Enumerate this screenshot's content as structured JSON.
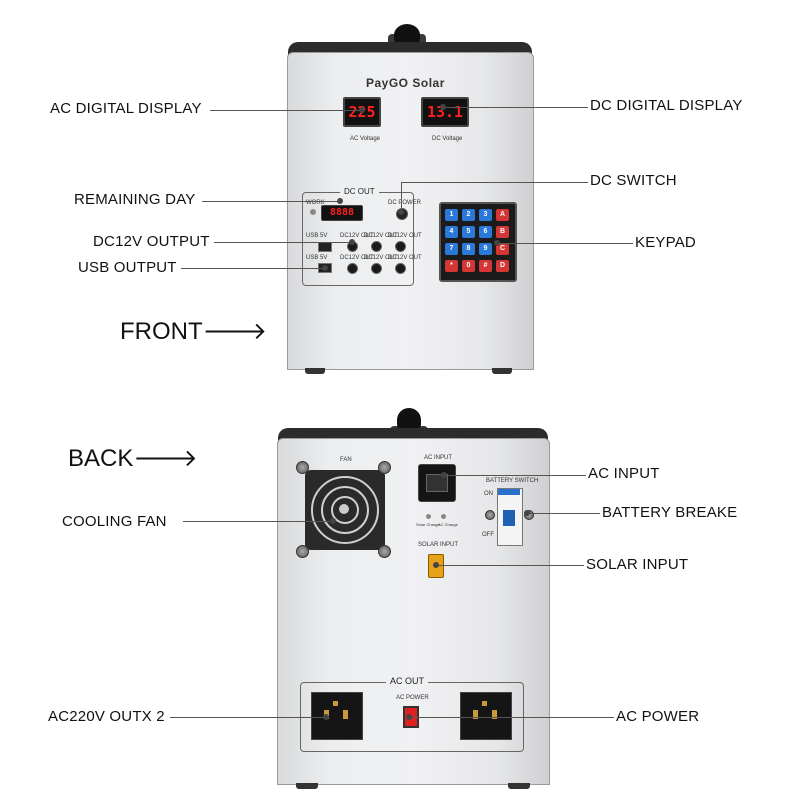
{
  "front": {
    "brand": "PayGO Solar",
    "ac_display_value": "225",
    "dc_display_value": "13.1",
    "ac_display_label": "AC Voltage",
    "dc_display_label": "DC Voltage",
    "dc_out_title": "DC OUT",
    "work_label": "WORK",
    "dc_power_label": "DC POWER",
    "remaining_days_value": "8888",
    "usb_label": "USB 5V",
    "dc_jack_label": "DC12V OUT",
    "keypad_keys": [
      "1",
      "2",
      "3",
      "A",
      "4",
      "5",
      "6",
      "B",
      "7",
      "8",
      "9",
      "C",
      "*",
      "0",
      "#",
      "D"
    ]
  },
  "back": {
    "fan_label": "FAN",
    "ac_input_label": "AC INPUT",
    "battery_switch_label": "BATTERY SWITCH",
    "on_label": "ON",
    "off_label": "OFF",
    "indicator1_label": "Solar Charge",
    "indicator2_label": "AC Charge",
    "solar_input_label": "SOLAR INPUT",
    "ac_out_title": "AC OUT",
    "ac_power_label": "AC POWER"
  },
  "callouts": {
    "ac_digital_display": "AC DIGITAL DISPLAY",
    "dc_digital_display": "DC DIGITAL DISPLAY",
    "dc_switch": "DC SWITCH",
    "remaining_day": "REMAINING DAY",
    "dc12v_output": "DC12V OUTPUT",
    "keypad": "KEYPAD",
    "usb_output": "USB OUTPUT",
    "front": "FRONT",
    "back": "BACK",
    "ac_input": "AC INPUT",
    "battery_breake": "BATTERY BREAKE",
    "cooling_fan": "COOLING FAN",
    "solar_input": "SOLAR INPUT",
    "ac220v_out": "AC220V OUTX 2",
    "ac_power": "AC POWER"
  },
  "arrow_glyph": "🡒"
}
